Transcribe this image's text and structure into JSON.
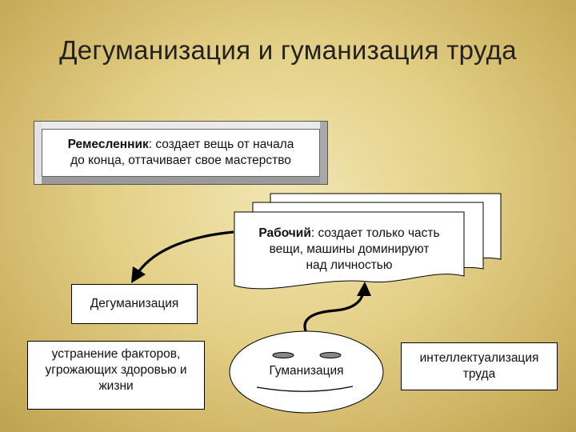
{
  "title": "Дегуманизация и гуманизация труда",
  "craftsman": {
    "label": "Ремесленник",
    "text_line1": ": создает вещь от начала",
    "text_line2": "до конца, оттачивает свое мастерство"
  },
  "worker": {
    "label": "Рабочий",
    "text_line1": ": создает только часть",
    "text_line2": "вещи, машины доминируют",
    "text_line3": "над личностью"
  },
  "dehumanization": {
    "label": "Дегуманизация"
  },
  "elimination": {
    "line1": "устранение факторов,",
    "line2": "угрожающих здоровью и",
    "line3": "жизни"
  },
  "humanization": {
    "label": "Гуманизация"
  },
  "intellectualization": {
    "line1": "интеллектуализация",
    "line2": "труда"
  }
}
